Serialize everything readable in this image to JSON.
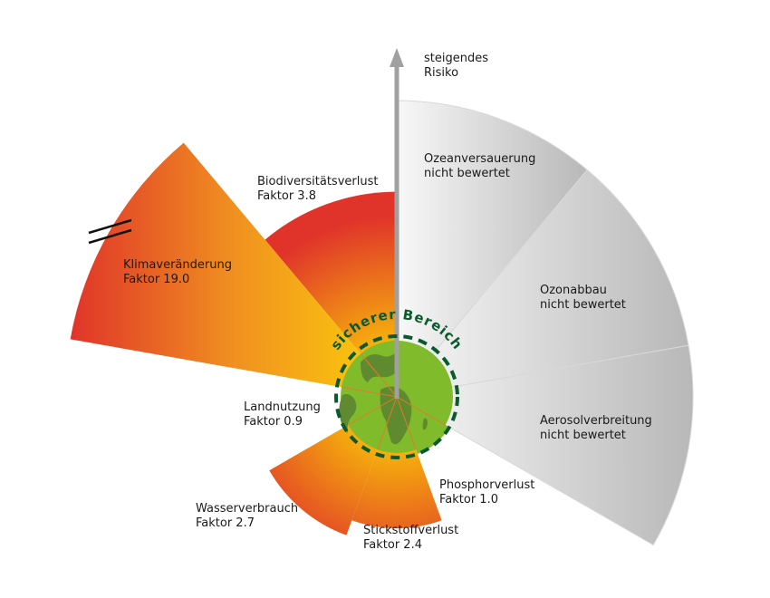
{
  "axis": {
    "label_line1": "steigendes",
    "label_line2": "Risiko",
    "color": "#a0a0a0"
  },
  "safe_zone": {
    "label": "sicherer Bereich",
    "color": "#0b5a2e",
    "fill": "#7fbb2a",
    "land": "#5f8a30"
  },
  "colors": {
    "hot": "#e0342a",
    "mid": "#f09020",
    "cool": "#ffe600",
    "grey_light": "#f6f6f6",
    "grey_dark": "#b4b4b4"
  },
  "chart_data": {
    "type": "polar-area",
    "title": "",
    "center_label": "sicherer Bereich",
    "direction_label": "steigendes Risiko",
    "unit": "Faktor",
    "safe_boundary_value": 1.0,
    "segments": [
      {
        "id": "ozean",
        "name": "Ozeanversauerung",
        "status": "nicht bewertet",
        "value": null,
        "start_deg": 0,
        "end_deg": 40
      },
      {
        "id": "ozon",
        "name": "Ozonabbau",
        "status": "nicht bewertet",
        "value": null,
        "start_deg": 40,
        "end_deg": 80
      },
      {
        "id": "aerosol",
        "name": "Aerosolverbreitung",
        "status": "nicht bewertet",
        "value": null,
        "start_deg": 80,
        "end_deg": 120
      },
      {
        "id": "phosphor",
        "name": "Phosphorverlust",
        "status": "Faktor 1.0",
        "value": 1.0,
        "start_deg": 120,
        "end_deg": 160
      },
      {
        "id": "stickstoff",
        "name": "Stickstoffverlust",
        "status": "Faktor 2.4",
        "value": 2.4,
        "start_deg": 160,
        "end_deg": 200
      },
      {
        "id": "wasser",
        "name": "Wasserverbrauch",
        "status": "Faktor 2.7",
        "value": 2.7,
        "start_deg": 200,
        "end_deg": 240
      },
      {
        "id": "land",
        "name": "Landnutzung",
        "status": "Faktor 0.9",
        "value": 0.9,
        "start_deg": 240,
        "end_deg": 280
      },
      {
        "id": "klima",
        "name": "Klimaveränderung",
        "status": "Faktor 19.0",
        "value": 19.0,
        "start_deg": 280,
        "end_deg": 320,
        "truncated": true
      },
      {
        "id": "bio",
        "name": "Biodiversitätsverlust",
        "status": "Faktor 3.8",
        "value": 3.8,
        "start_deg": 320,
        "end_deg": 360
      }
    ]
  }
}
